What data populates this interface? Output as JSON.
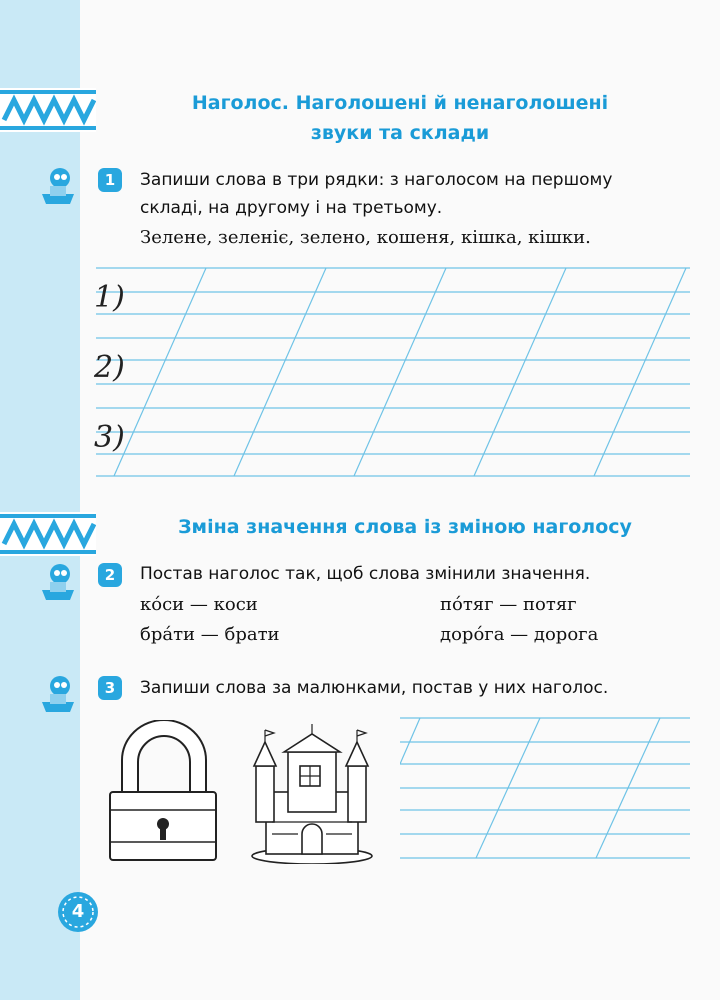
{
  "section1": {
    "title_line1": "Наголос. Наголошені й ненаголошені",
    "title_line2": "звуки та склади"
  },
  "task1": {
    "number": "1",
    "instruction_line1": "Запиши слова в три рядки: з наголосом на першому",
    "instruction_line2": "складі, на другому і на третьому.",
    "words": "Зелене, зеленіє, зелено, кошеня, кішка, кішки.",
    "row_labels": [
      "1)",
      "2)",
      "3)"
    ]
  },
  "section2": {
    "title": "Зміна значення слова із зміною наголосу"
  },
  "task2": {
    "number": "2",
    "instruction": "Постав наголос так, щоб слова змінили значення.",
    "pairs": [
      {
        "left": "ко́си — коси",
        "right": "по́тяг — потяг"
      },
      {
        "left": "бра́ти — брати",
        "right": "доро́га — дорога"
      }
    ]
  },
  "task3": {
    "number": "3",
    "instruction": "Запиши слова за малюнками, постав у них наголос."
  },
  "page_number": "4",
  "colors": {
    "accent": "#1a9bd7",
    "sidebar": "#c9e9f6",
    "grid_line": "#6fc3e6"
  }
}
